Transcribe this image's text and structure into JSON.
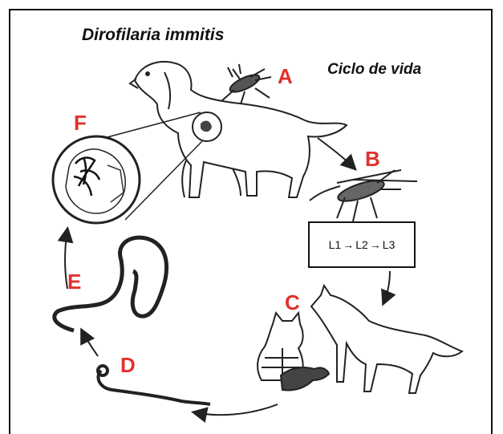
{
  "title": "Dirofilaria immitis",
  "subtitle": "Ciclo de vida",
  "labels": {
    "a": "A",
    "b": "B",
    "c": "C",
    "d": "D",
    "e": "E",
    "f": "F"
  },
  "larval_stages": {
    "l1": "L1",
    "l2": "L2",
    "l3": "L3",
    "arrow": "→"
  },
  "colors": {
    "label": "#e0322c",
    "ink": "#111111",
    "background": "#ffffff"
  },
  "figures": [
    "dog",
    "mosquito-feeding",
    "mosquito",
    "fox",
    "cat",
    "ferret",
    "worm",
    "heart-magnified"
  ]
}
